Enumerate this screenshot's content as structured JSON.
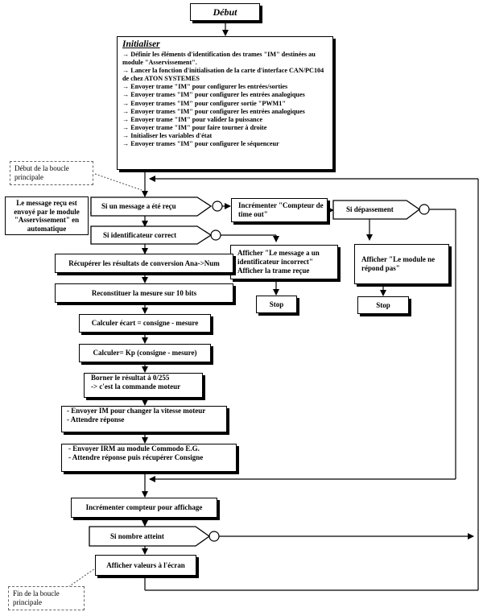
{
  "start": "Début",
  "init": {
    "title": "Initialiser",
    "lines": [
      "→ Définir les éléments d'identification des trames \"IM\" destinées au module \"Asservissement\".",
      "→ Lancer la fonction d'initialisation de la carte d'interface CAN/PC104 de chez ATON SYSTEMES",
      "→ Envoyer trame \"IM\" pour configurer les entrées/sorties",
      "→ Envoyer trames \"IM\"  pour configurer les entrées analogiques",
      "→ Envoyer trames \"IM\"  pour configurer sortie \"PWM1\"",
      "→ Envoyer trames \"IM\"  pour configurer les entrées analogiques",
      "→ Envoyer trame \"IM\" pour valider la puissance",
      "→ Envoyer trame \"IM\" pour faire tourner à droite",
      "→ Initialiser les variables d'état",
      "→ Envoyer trames \"IM\"  pour configurer le séquenceur"
    ]
  },
  "notes": {
    "loop_start": "Début de la boucle principale",
    "message_info": "Le message reçu est envoyé par le module \"Asservissement\" en automatique",
    "loop_end": "Fin de la boucle principale"
  },
  "decisions": {
    "message_received": "Si un message a été reçu",
    "identifier_ok": "Si identificateur correct",
    "overflow": "Si dépassement",
    "count_reached": "Si nombre atteint"
  },
  "steps": {
    "increment_timeout": "Incrémenter \"Compteur de time out\"",
    "show_bad_id": "Afficher \"Le message a un identificateur incorrect\" Afficher la trame reçue",
    "show_no_response": "Afficher \"Le module ne répond pas\"",
    "stop_label": "Stop",
    "read_conversion": "Récupérer les résultats de conversion Ana->Num",
    "rebuild_measure": "Reconstituer la mesure sur 10 bits",
    "compute_error": "Calculer  écart = consigne - mesure",
    "compute_kp": "Calculer= Kp (consigne - mesure)",
    "bound_result_1": "Borner le résultat à 0/255",
    "bound_result_2": "-> c'est la commande  moteur",
    "send_im_1": "- Envoyer  IM pour changer la vitesse moteur",
    "send_im_2": "- Attendre  réponse",
    "send_irm_1": "- Envoyer  IRM au module  Commodo  E.G.",
    "send_irm_2": "- Attendre  réponse puis récupérer Consigne",
    "increment_display": "Incrémenter compteur pour affichage",
    "display_values": "Afficher valeurs à l'écran"
  }
}
